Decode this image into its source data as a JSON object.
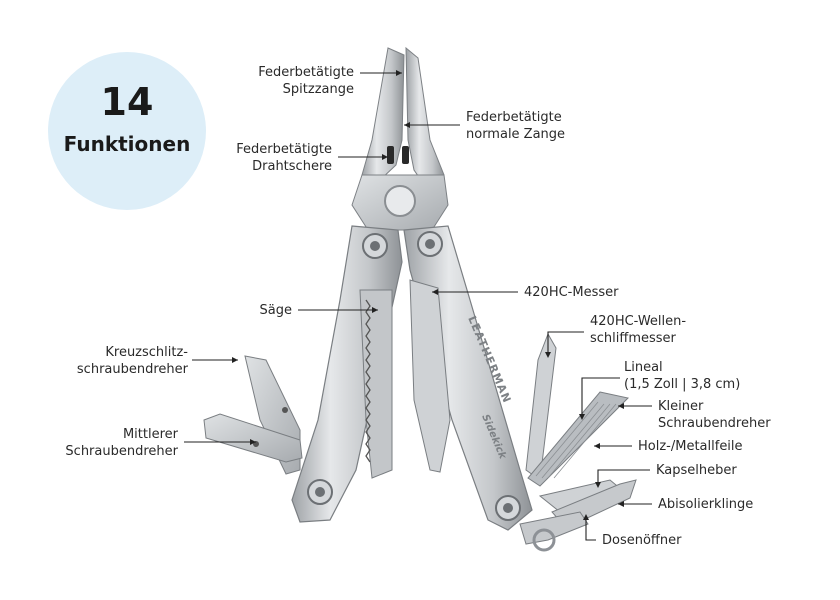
{
  "badge": {
    "number": "14",
    "word": "Funktionen"
  },
  "brand_text": "LEATHERMAN",
  "model_text": "Sidekick",
  "labels": {
    "spitzzange": [
      "Federbetätigte",
      "Spitzzange"
    ],
    "normale_zange": [
      "Federbetätigte",
      "normale Zange"
    ],
    "drahtschere": [
      "Federbetätigte",
      "Drahtschere"
    ],
    "saege": [
      "Säge"
    ],
    "messer": [
      "420HC-Messer"
    ],
    "wellenschliff": [
      "420HC-Wellen-",
      "schliffmesser"
    ],
    "kreuzschlitz": [
      "Kreuzschlitz-",
      "schraubendreher"
    ],
    "lineal": [
      "Lineal",
      "(1,5 Zoll | 3,8 cm)"
    ],
    "kleiner_sd": [
      "Kleiner",
      "Schraubendreher"
    ],
    "mittlerer_sd": [
      "Mittlerer",
      "Schraubendreher"
    ],
    "feile": [
      "Holz-/Metallfeile"
    ],
    "kapselheber": [
      "Kapselheber"
    ],
    "abisolier": [
      "Abisolierklinge"
    ],
    "dosenoeffner": [
      "Dosenöffner"
    ]
  },
  "colors": {
    "badge_bg": "#ddeef8",
    "steel": "#c9cccf",
    "steel_dark": "#8d9196",
    "line": "#222222"
  }
}
